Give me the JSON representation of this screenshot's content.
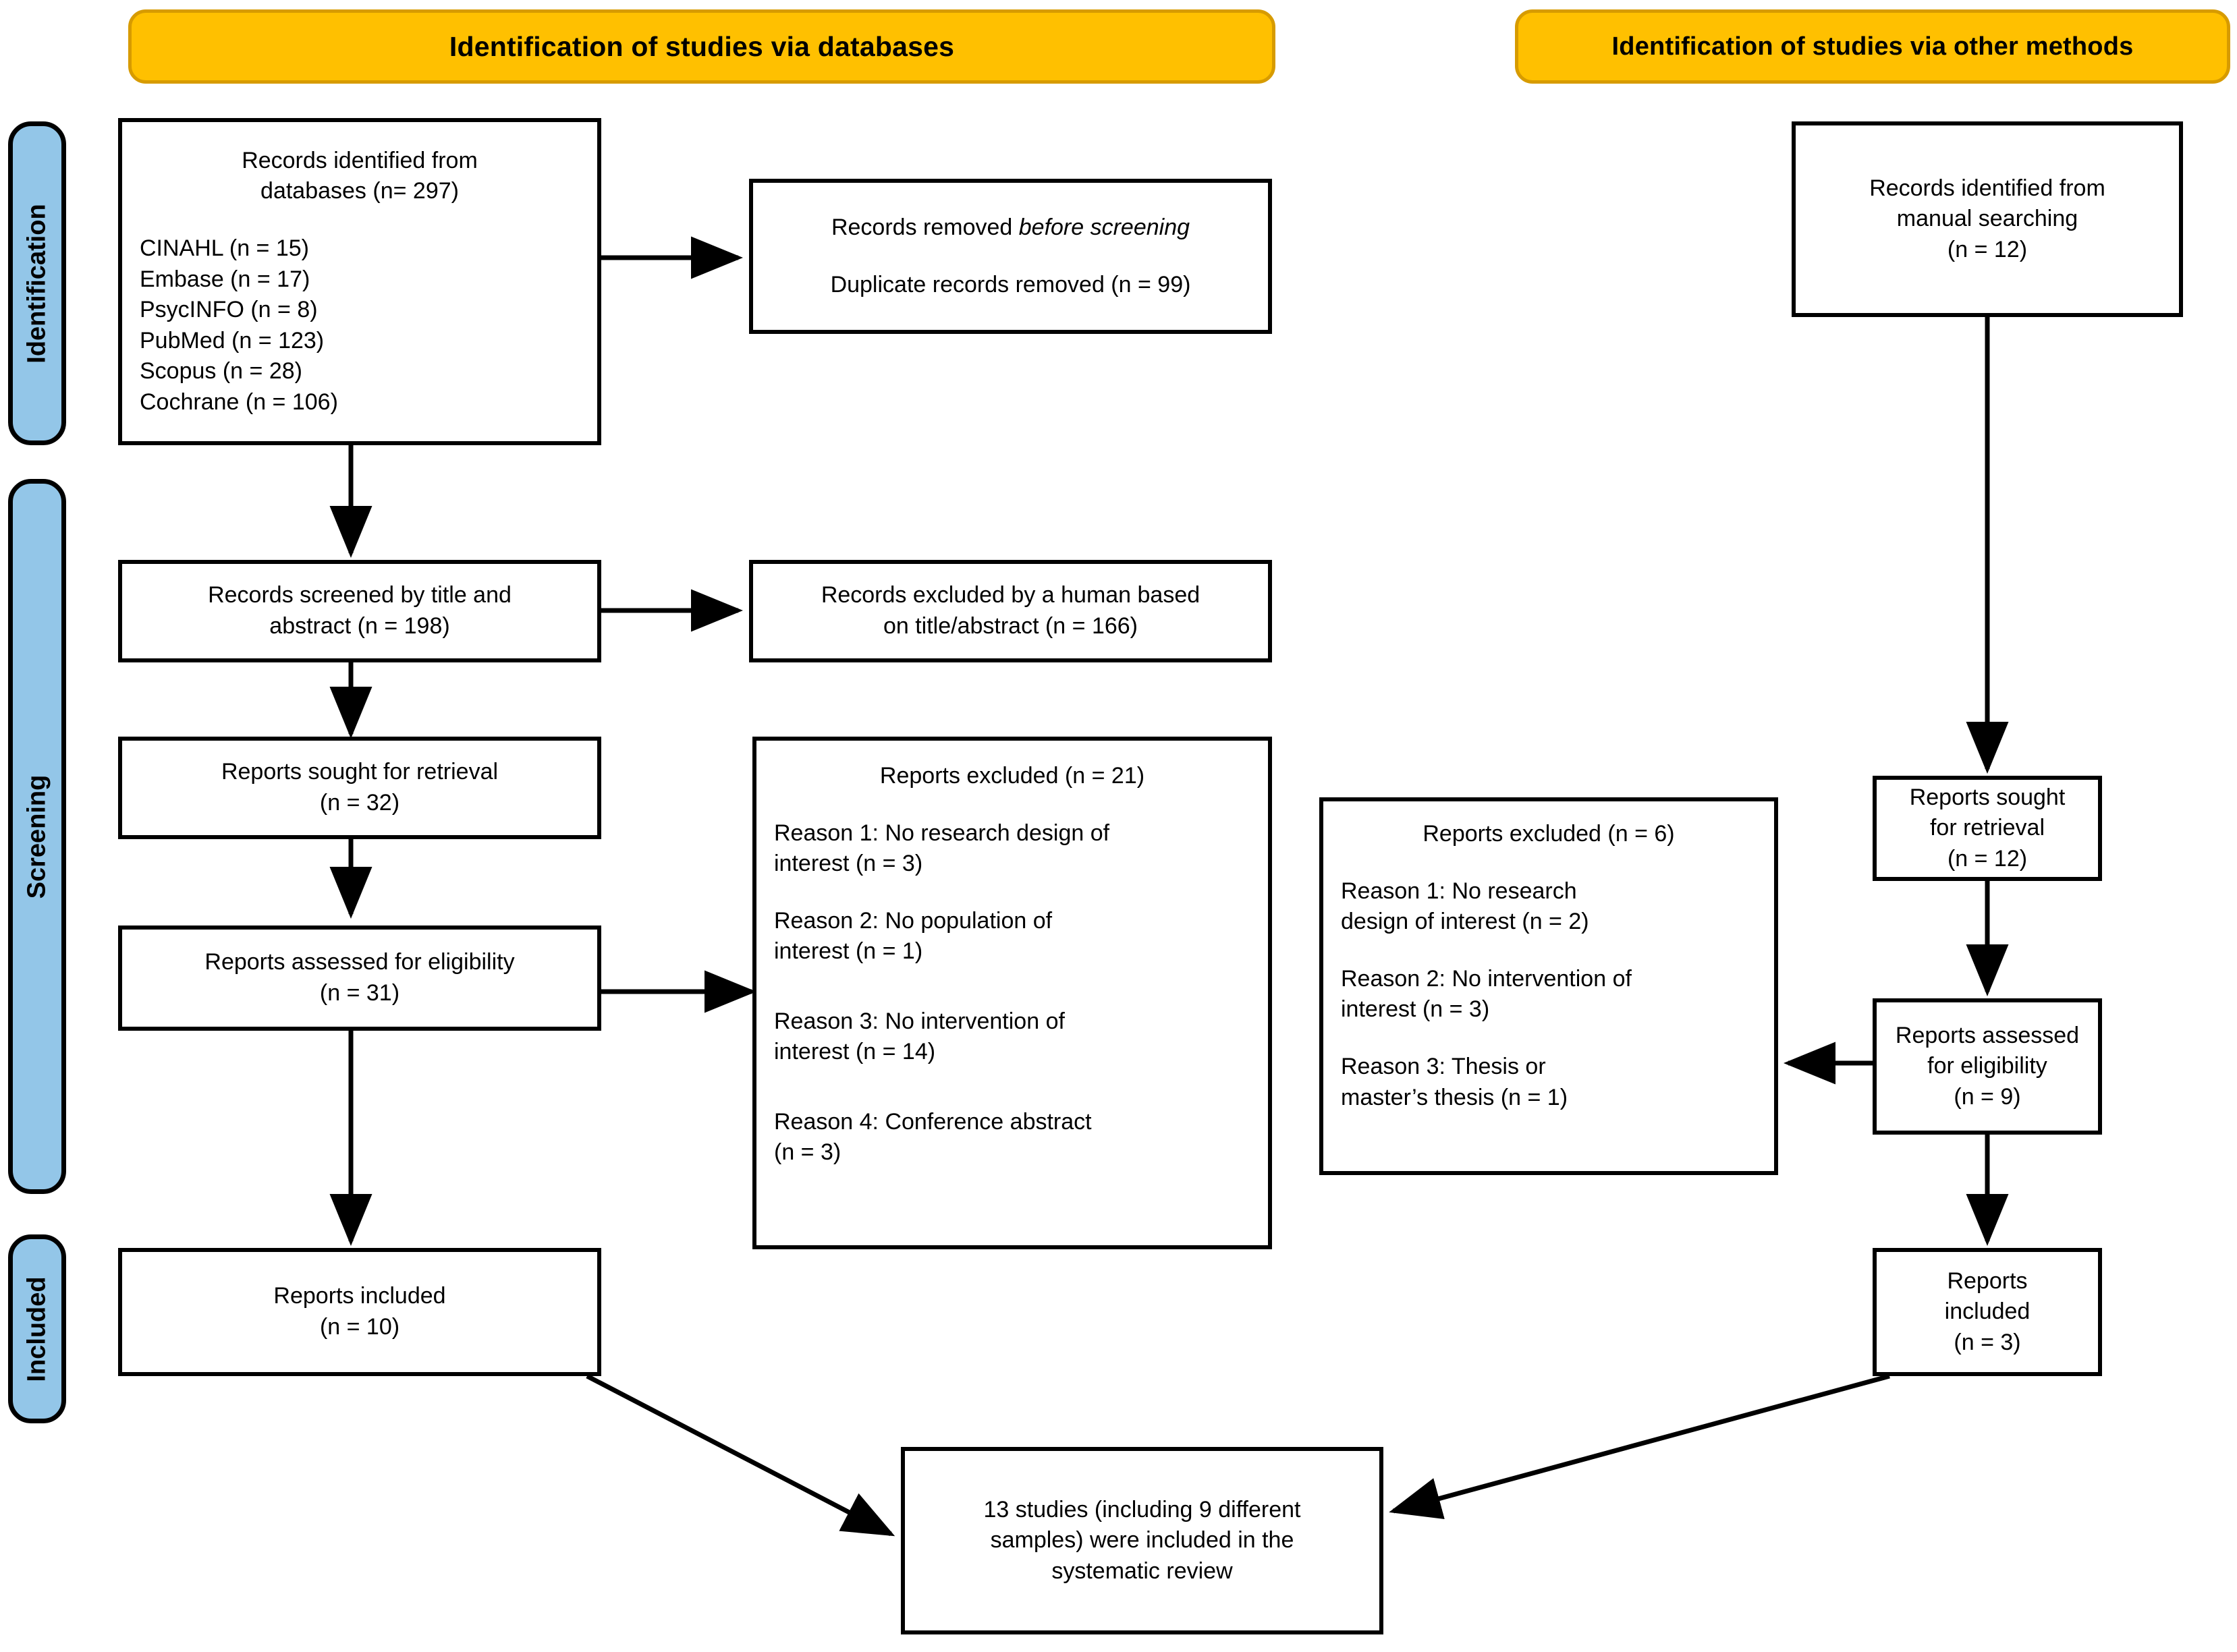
{
  "colors": {
    "banner_fill": "#FFC000",
    "banner_border": "#D79B00",
    "phase_fill": "#93C6E8",
    "box_border": "#000000",
    "text": "#000000",
    "background": "#FFFFFF"
  },
  "banners": {
    "databases": "Identification of studies via databases",
    "other_methods": "Identification of studies via other methods"
  },
  "phases": {
    "identification": "Identification",
    "screening": "Screening",
    "included": "Included"
  },
  "boxes": {
    "records_identified_databases": {
      "title_l1": "Records identified from",
      "title_l2": "databases (n= 297)",
      "sources": [
        "CINAHL (n = 15)",
        "Embase (n = 17)",
        "PsycINFO (n = 8)",
        "PubMed (n = 123)",
        "Scopus (n = 28)",
        "Cochrane (n = 106)"
      ]
    },
    "records_removed": {
      "line1_plain": "Records removed ",
      "line1_italic": "before screening",
      "line2": "Duplicate records removed (n = 99)"
    },
    "records_identified_manual": {
      "l1": "Records identified from",
      "l2": "manual searching",
      "l3": "(n = 12)"
    },
    "records_screened": {
      "l1": "Records screened by title and",
      "l2": "abstract (n = 198)"
    },
    "records_excluded_human": {
      "l1": "Records excluded by a human based",
      "l2": "on title/abstract (n = 166)"
    },
    "reports_sought_db": {
      "l1": "Reports sought for retrieval",
      "l2": "(n = 32)"
    },
    "reports_excluded_db": {
      "heading": "Reports excluded (n = 21)",
      "reasons": [
        {
          "l1": "Reason 1: No research design of",
          "l2": "interest (n = 3)"
        },
        {
          "l1": "Reason 2: No population of",
          "l2": "interest (n = 1)"
        },
        {
          "l1": "Reason 3: No intervention of",
          "l2": "interest (n = 14)"
        },
        {
          "l1": "Reason 4: Conference abstract",
          "l2": "(n = 3)"
        }
      ]
    },
    "reports_assessed_db": {
      "l1": "Reports assessed for eligibility",
      "l2": "(n = 31)"
    },
    "reports_excluded_other": {
      "heading": "Reports excluded (n = 6)",
      "reasons": [
        {
          "l1": "Reason 1: No research",
          "l2": "design of interest (n = 2)"
        },
        {
          "l1": "Reason 2: No intervention of",
          "l2": "interest (n = 3)"
        },
        {
          "l1": "Reason 3: Thesis or",
          "l2": "master’s thesis (n = 1)"
        }
      ]
    },
    "reports_sought_other": {
      "l1": "Reports sought",
      "l2": "for retrieval",
      "l3": "(n = 12)"
    },
    "reports_assessed_other": {
      "l1": "Reports assessed",
      "l2": "for eligibility",
      "l3": "(n = 9)"
    },
    "reports_included_db": {
      "l1": "Reports included",
      "l2": "(n = 10)"
    },
    "reports_included_other": {
      "l1": "Reports",
      "l2": "included",
      "l3": "(n = 3)"
    },
    "final_synthesis": {
      "l1": "13 studies (including 9 different",
      "l2": "samples) were included in the",
      "l3": "systematic review"
    }
  }
}
